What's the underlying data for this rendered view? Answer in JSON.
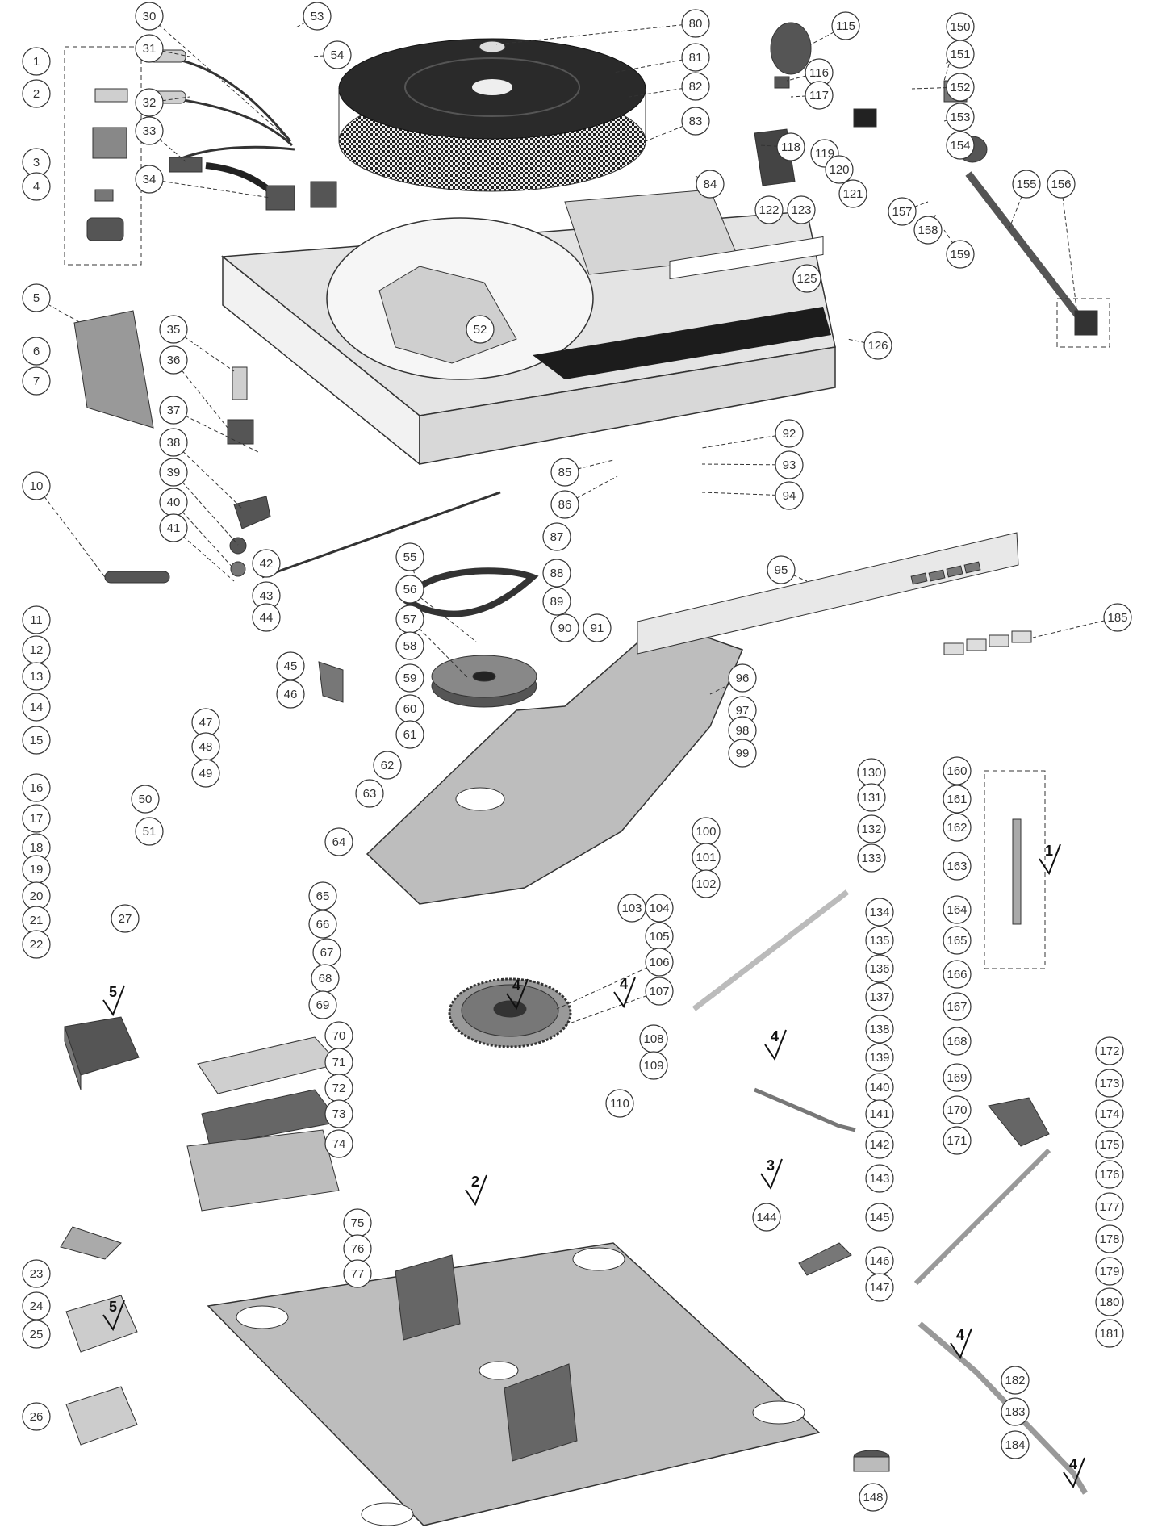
{
  "parts": [
    {
      "n": "1"
    },
    {
      "n": "2"
    },
    {
      "n": "3"
    },
    {
      "n": "4"
    },
    {
      "n": "5"
    },
    {
      "n": "6"
    },
    {
      "n": "7"
    },
    {
      "n": "10"
    },
    {
      "n": "11"
    },
    {
      "n": "12"
    },
    {
      "n": "13"
    },
    {
      "n": "14"
    },
    {
      "n": "15"
    },
    {
      "n": "16"
    },
    {
      "n": "17"
    },
    {
      "n": "18"
    },
    {
      "n": "19"
    },
    {
      "n": "20"
    },
    {
      "n": "21"
    },
    {
      "n": "22"
    },
    {
      "n": "23"
    },
    {
      "n": "24"
    },
    {
      "n": "25"
    },
    {
      "n": "26"
    },
    {
      "n": "27"
    },
    {
      "n": "30"
    },
    {
      "n": "31"
    },
    {
      "n": "32"
    },
    {
      "n": "33"
    },
    {
      "n": "34"
    },
    {
      "n": "35"
    },
    {
      "n": "36"
    },
    {
      "n": "37"
    },
    {
      "n": "38"
    },
    {
      "n": "39"
    },
    {
      "n": "40"
    },
    {
      "n": "41"
    },
    {
      "n": "42"
    },
    {
      "n": "43"
    },
    {
      "n": "44"
    },
    {
      "n": "45"
    },
    {
      "n": "46"
    },
    {
      "n": "47"
    },
    {
      "n": "48"
    },
    {
      "n": "49"
    },
    {
      "n": "50"
    },
    {
      "n": "51"
    },
    {
      "n": "52"
    },
    {
      "n": "53"
    },
    {
      "n": "54"
    },
    {
      "n": "55"
    },
    {
      "n": "56"
    },
    {
      "n": "57"
    },
    {
      "n": "58"
    },
    {
      "n": "59"
    },
    {
      "n": "60"
    },
    {
      "n": "61"
    },
    {
      "n": "62"
    },
    {
      "n": "63"
    },
    {
      "n": "64"
    },
    {
      "n": "65"
    },
    {
      "n": "66"
    },
    {
      "n": "67"
    },
    {
      "n": "68"
    },
    {
      "n": "69"
    },
    {
      "n": "70"
    },
    {
      "n": "71"
    },
    {
      "n": "72"
    },
    {
      "n": "73"
    },
    {
      "n": "74"
    },
    {
      "n": "75"
    },
    {
      "n": "76"
    },
    {
      "n": "77"
    },
    {
      "n": "80"
    },
    {
      "n": "81"
    },
    {
      "n": "82"
    },
    {
      "n": "83"
    },
    {
      "n": "84"
    },
    {
      "n": "85"
    },
    {
      "n": "86"
    },
    {
      "n": "87"
    },
    {
      "n": "88"
    },
    {
      "n": "89"
    },
    {
      "n": "90"
    },
    {
      "n": "91"
    },
    {
      "n": "92"
    },
    {
      "n": "93"
    },
    {
      "n": "94"
    },
    {
      "n": "95"
    },
    {
      "n": "96"
    },
    {
      "n": "97"
    },
    {
      "n": "98"
    },
    {
      "n": "99"
    },
    {
      "n": "100"
    },
    {
      "n": "101"
    },
    {
      "n": "102"
    },
    {
      "n": "103"
    },
    {
      "n": "104"
    },
    {
      "n": "105"
    },
    {
      "n": "106"
    },
    {
      "n": "107"
    },
    {
      "n": "108"
    },
    {
      "n": "109"
    },
    {
      "n": "110"
    },
    {
      "n": "115"
    },
    {
      "n": "116"
    },
    {
      "n": "117"
    },
    {
      "n": "118"
    },
    {
      "n": "119"
    },
    {
      "n": "120"
    },
    {
      "n": "121"
    },
    {
      "n": "122"
    },
    {
      "n": "123"
    },
    {
      "n": "125"
    },
    {
      "n": "126"
    },
    {
      "n": "130"
    },
    {
      "n": "131"
    },
    {
      "n": "132"
    },
    {
      "n": "133"
    },
    {
      "n": "134"
    },
    {
      "n": "135"
    },
    {
      "n": "136"
    },
    {
      "n": "137"
    },
    {
      "n": "138"
    },
    {
      "n": "139"
    },
    {
      "n": "140"
    },
    {
      "n": "141"
    },
    {
      "n": "142"
    },
    {
      "n": "143"
    },
    {
      "n": "144"
    },
    {
      "n": "145"
    },
    {
      "n": "146"
    },
    {
      "n": "147"
    },
    {
      "n": "148"
    },
    {
      "n": "150"
    },
    {
      "n": "151"
    },
    {
      "n": "152"
    },
    {
      "n": "153"
    },
    {
      "n": "154"
    },
    {
      "n": "155"
    },
    {
      "n": "156"
    },
    {
      "n": "157"
    },
    {
      "n": "158"
    },
    {
      "n": "159"
    },
    {
      "n": "160"
    },
    {
      "n": "161"
    },
    {
      "n": "162"
    },
    {
      "n": "163"
    },
    {
      "n": "164"
    },
    {
      "n": "165"
    },
    {
      "n": "166"
    },
    {
      "n": "167"
    },
    {
      "n": "168"
    },
    {
      "n": "169"
    },
    {
      "n": "170"
    },
    {
      "n": "171"
    },
    {
      "n": "172"
    },
    {
      "n": "173"
    },
    {
      "n": "174"
    },
    {
      "n": "175"
    },
    {
      "n": "176"
    },
    {
      "n": "177"
    },
    {
      "n": "178"
    },
    {
      "n": "179"
    },
    {
      "n": "180"
    },
    {
      "n": "181"
    },
    {
      "n": "182"
    },
    {
      "n": "183"
    },
    {
      "n": "184"
    },
    {
      "n": "185"
    }
  ],
  "markers": [
    {
      "n": "1"
    },
    {
      "n": "2"
    },
    {
      "n": "3"
    },
    {
      "n": "4"
    },
    {
      "n": "4"
    },
    {
      "n": "4"
    },
    {
      "n": "4"
    },
    {
      "n": "4"
    },
    {
      "n": "5"
    },
    {
      "n": "5"
    }
  ],
  "colors": {
    "line": "#333333",
    "part_fill": "#cfcfcf",
    "part_dark": "#555555",
    "platter": "#2a2a2a",
    "badge_fill": "#ffffff"
  }
}
